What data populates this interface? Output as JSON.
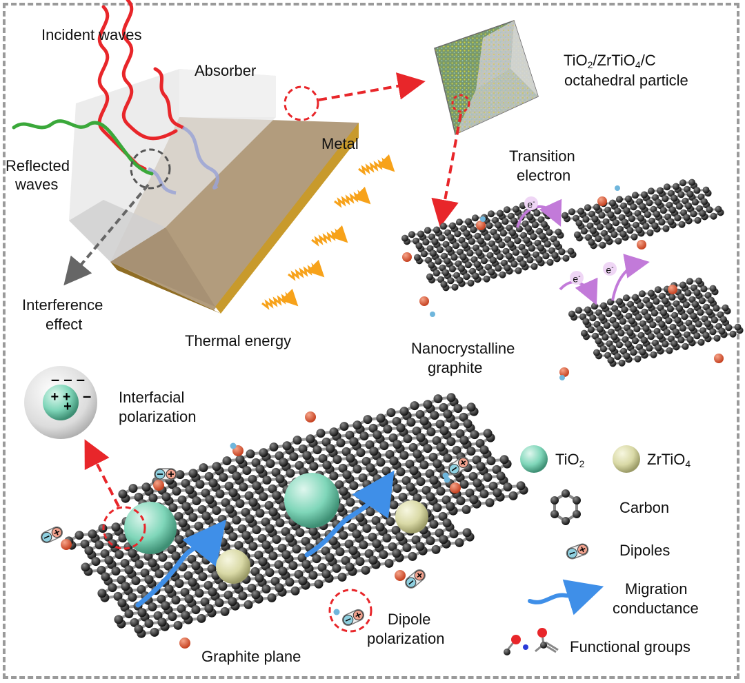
{
  "labels": {
    "incident_waves": "Incident waves",
    "absorber": "Absorber",
    "reflected_waves_1": "Reflected",
    "reflected_waves_2": "waves",
    "metal": "Metal",
    "interference_1": "Interference",
    "interference_2": "effect",
    "thermal_energy": "Thermal energy",
    "particle_formula": {
      "tio": "TiO",
      "sub1": "2",
      "zrtio": "/ZrTiO",
      "sub2": "4",
      "c": "/C"
    },
    "particle_desc": "octahedral particle",
    "transition_1": "Transition",
    "transition_2": "electron",
    "electron": "e",
    "electron_sup": "-",
    "nanocrystalline_1": "Nanocrystalline",
    "nanocrystalline_2": "graphite",
    "interfacial_1": "Interfacial",
    "interfacial_2": "polarization",
    "graphite_plane": "Graphite plane",
    "dipole_pol_1": "Dipole",
    "dipole_pol_2": "polarization"
  },
  "legend": {
    "tio2": {
      "text": "TiO",
      "sub": "2"
    },
    "zrtio4": {
      "text": "ZrTiO",
      "sub": "4"
    },
    "carbon": "Carbon",
    "dipoles": "Dipoles",
    "migration_1": "Migration",
    "migration_2": "conductance",
    "functional_groups": "Functional groups"
  },
  "colors": {
    "incident": "#e8262a",
    "reflected": "#3aa83a",
    "thermal": "#f7a21a",
    "metal": "#c89a2c",
    "tio2": "#7fd6b9",
    "zrtio4": "#d9d9a6",
    "oxygen": "#e0613a",
    "hydrogen": "#6fb6dc",
    "migration": "#3f8fe8",
    "electron_arrow": "#c27ad9",
    "dashed_red": "#e8262a"
  },
  "icons": [
    "octahedral-particle-icon",
    "graphene-sheet-icon",
    "dipole-icon",
    "carbon-hexagon-icon",
    "functional-group-icon",
    "charged-particle-icon"
  ]
}
